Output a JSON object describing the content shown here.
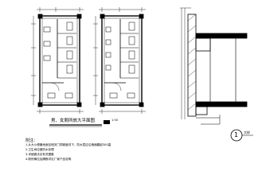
{
  "drawing": {
    "plan_title": "男、女厕所放大平面图",
    "scale_tag": "1:50",
    "notes_heading": "附注：",
    "notes": [
      "1.从大小便器地面至相关门洞坡度向下，防水层应沿墙面翻起300高",
      "2.卫生间应做防水处理",
      "3.详细做法见有关图集",
      "4.厕所蹲位及隔断详见厂家产品说明"
    ],
    "detail_number": "1",
    "detail_tag": "大样"
  }
}
